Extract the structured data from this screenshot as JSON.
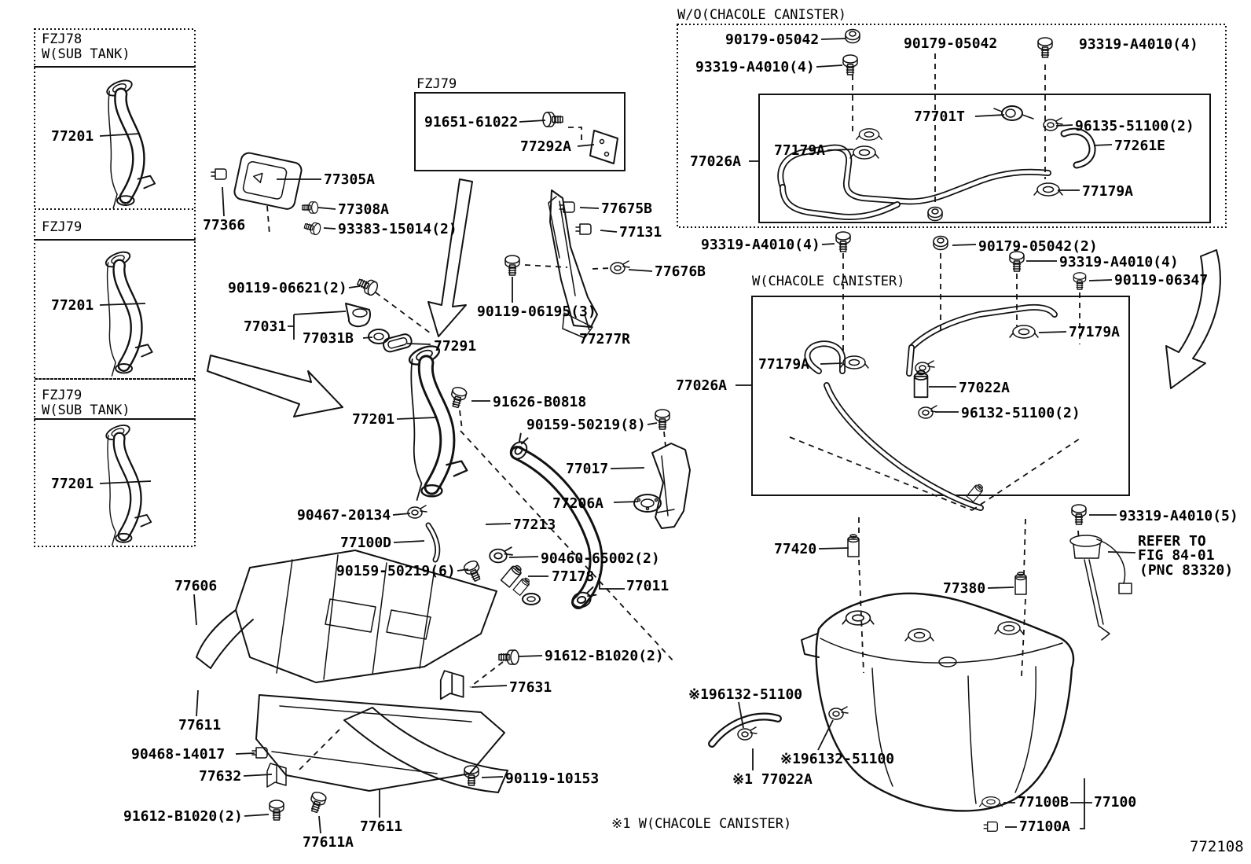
{
  "figure_code": "772108",
  "footnote": "※1 W(CHACOLE CANISTER)",
  "insets": {
    "fzj78_subtank": {
      "title_line1": "FZJ78",
      "title_line2": "W(SUB TANK)"
    },
    "fzj79": {
      "title": "FZJ79"
    },
    "fzj79_subtank": {
      "title_line1": "FZJ79",
      "title_line2": "W(SUB TANK)"
    },
    "fzj79_bracket": {
      "title": "FZJ79"
    },
    "without_canister": {
      "title": "W/O(CHACOLE CANISTER)"
    },
    "with_canister": {
      "title": "W(CHACOLE CANISTER)"
    }
  },
  "labels": {
    "p77201_a": "77201",
    "p77201_b": "77201",
    "p77201_c": "77201",
    "p91651_61022": "91651-61022",
    "p77292a": "77292A",
    "p77305a": "77305A",
    "p77366": "77366",
    "p77308a": "77308A",
    "p93383_15014": "93383-15014(2)",
    "p90119_06621": "90119-06621(2)",
    "p77031": "77031",
    "p77031b": "77031B",
    "p77291": "77291",
    "p90119_06195": "90119-06195(3)",
    "p77675b": "77675B",
    "p77131": "77131",
    "p77676b": "77676B",
    "p77277r": "77277R",
    "p90179_05042_a": "90179-05042",
    "p93319_a4010_a": "93319-A4010(4)",
    "p90179_05042_b": "90179-05042",
    "p93319_a4010_b": "93319-A4010(4)",
    "p77701t": "77701T",
    "p96135_51100": "96135-51100(2)",
    "p77261e": "77261E",
    "p77179a_a": "77179A",
    "p77026a_a": "77026A",
    "p77179a_b": "77179A",
    "p93319_a4010_c": "93319-A4010(4)",
    "p90179_05042_c": "90179-05042(2)",
    "p93319_a4010_d": "93319-A4010(4)",
    "p90119_06347": "90119-06347",
    "p77179a_c": "77179A",
    "p77179a_d": "77179A",
    "p77026a_b": "77026A",
    "p77022a_a": "77022A",
    "p96132_51100_a": "96132-51100(2)",
    "p77201_d": "77201",
    "p91626_b0818": "91626-B0818",
    "p90159_50219_8": "90159-50219(8)",
    "p77017": "77017",
    "p77206a": "77206A",
    "p90467_20134": "90467-20134",
    "p77213": "77213",
    "p77100d": "77100D",
    "p90460_65002": "90460-65002(2)",
    "p90159_50219_6": "90159-50219(6)",
    "p77178": "77178",
    "p77011": "77011",
    "p77606": "77606",
    "p77611_a": "77611",
    "p90468_14017": "90468-14017",
    "p77632": "77632",
    "p91612_b1020_a": "91612-B1020(2)",
    "p77611a": "77611A",
    "p77611_b": "77611",
    "p90119_10153": "90119-10153",
    "p77631": "77631",
    "p91612_b1020_b": "91612-B1020(2)",
    "p77420": "77420",
    "p77380": "77380",
    "p93319_a4010_e": "93319-A4010(5)",
    "refer_line1": "REFER TO",
    "refer_line2": "FIG 84-01",
    "refer_line3": "(PNC 83320)",
    "p96132_51100_b": "※196132-51100",
    "p96132_51100_c": "※196132-51100",
    "p77022a_b": "※1 77022A",
    "p77100b": "77100B",
    "p77100": "77100",
    "p77100a": "77100A"
  }
}
